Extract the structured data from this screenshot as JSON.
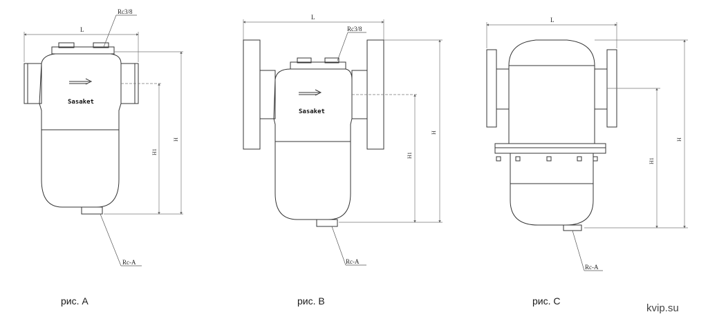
{
  "figures": [
    {
      "caption": "рис. A",
      "labels": {
        "length": "L",
        "height": "H",
        "height1": "H1",
        "top_port": "Rc3/8",
        "drain": "Rc-A"
      },
      "logo": "Sasaket"
    },
    {
      "caption": "рис. B",
      "labels": {
        "length": "L",
        "height": "H",
        "height1": "H1",
        "top_port": "Rc3/8",
        "drain": "Rc-A"
      },
      "logo": "Sasaket"
    },
    {
      "caption": "рис. C",
      "labels": {
        "length": "L",
        "height": "H",
        "height1": "H1",
        "drain": "Rc-A"
      }
    }
  ],
  "watermark": "kvip.su",
  "colors": {
    "line": "#333333",
    "dim": "#777777",
    "background": "#ffffff"
  }
}
